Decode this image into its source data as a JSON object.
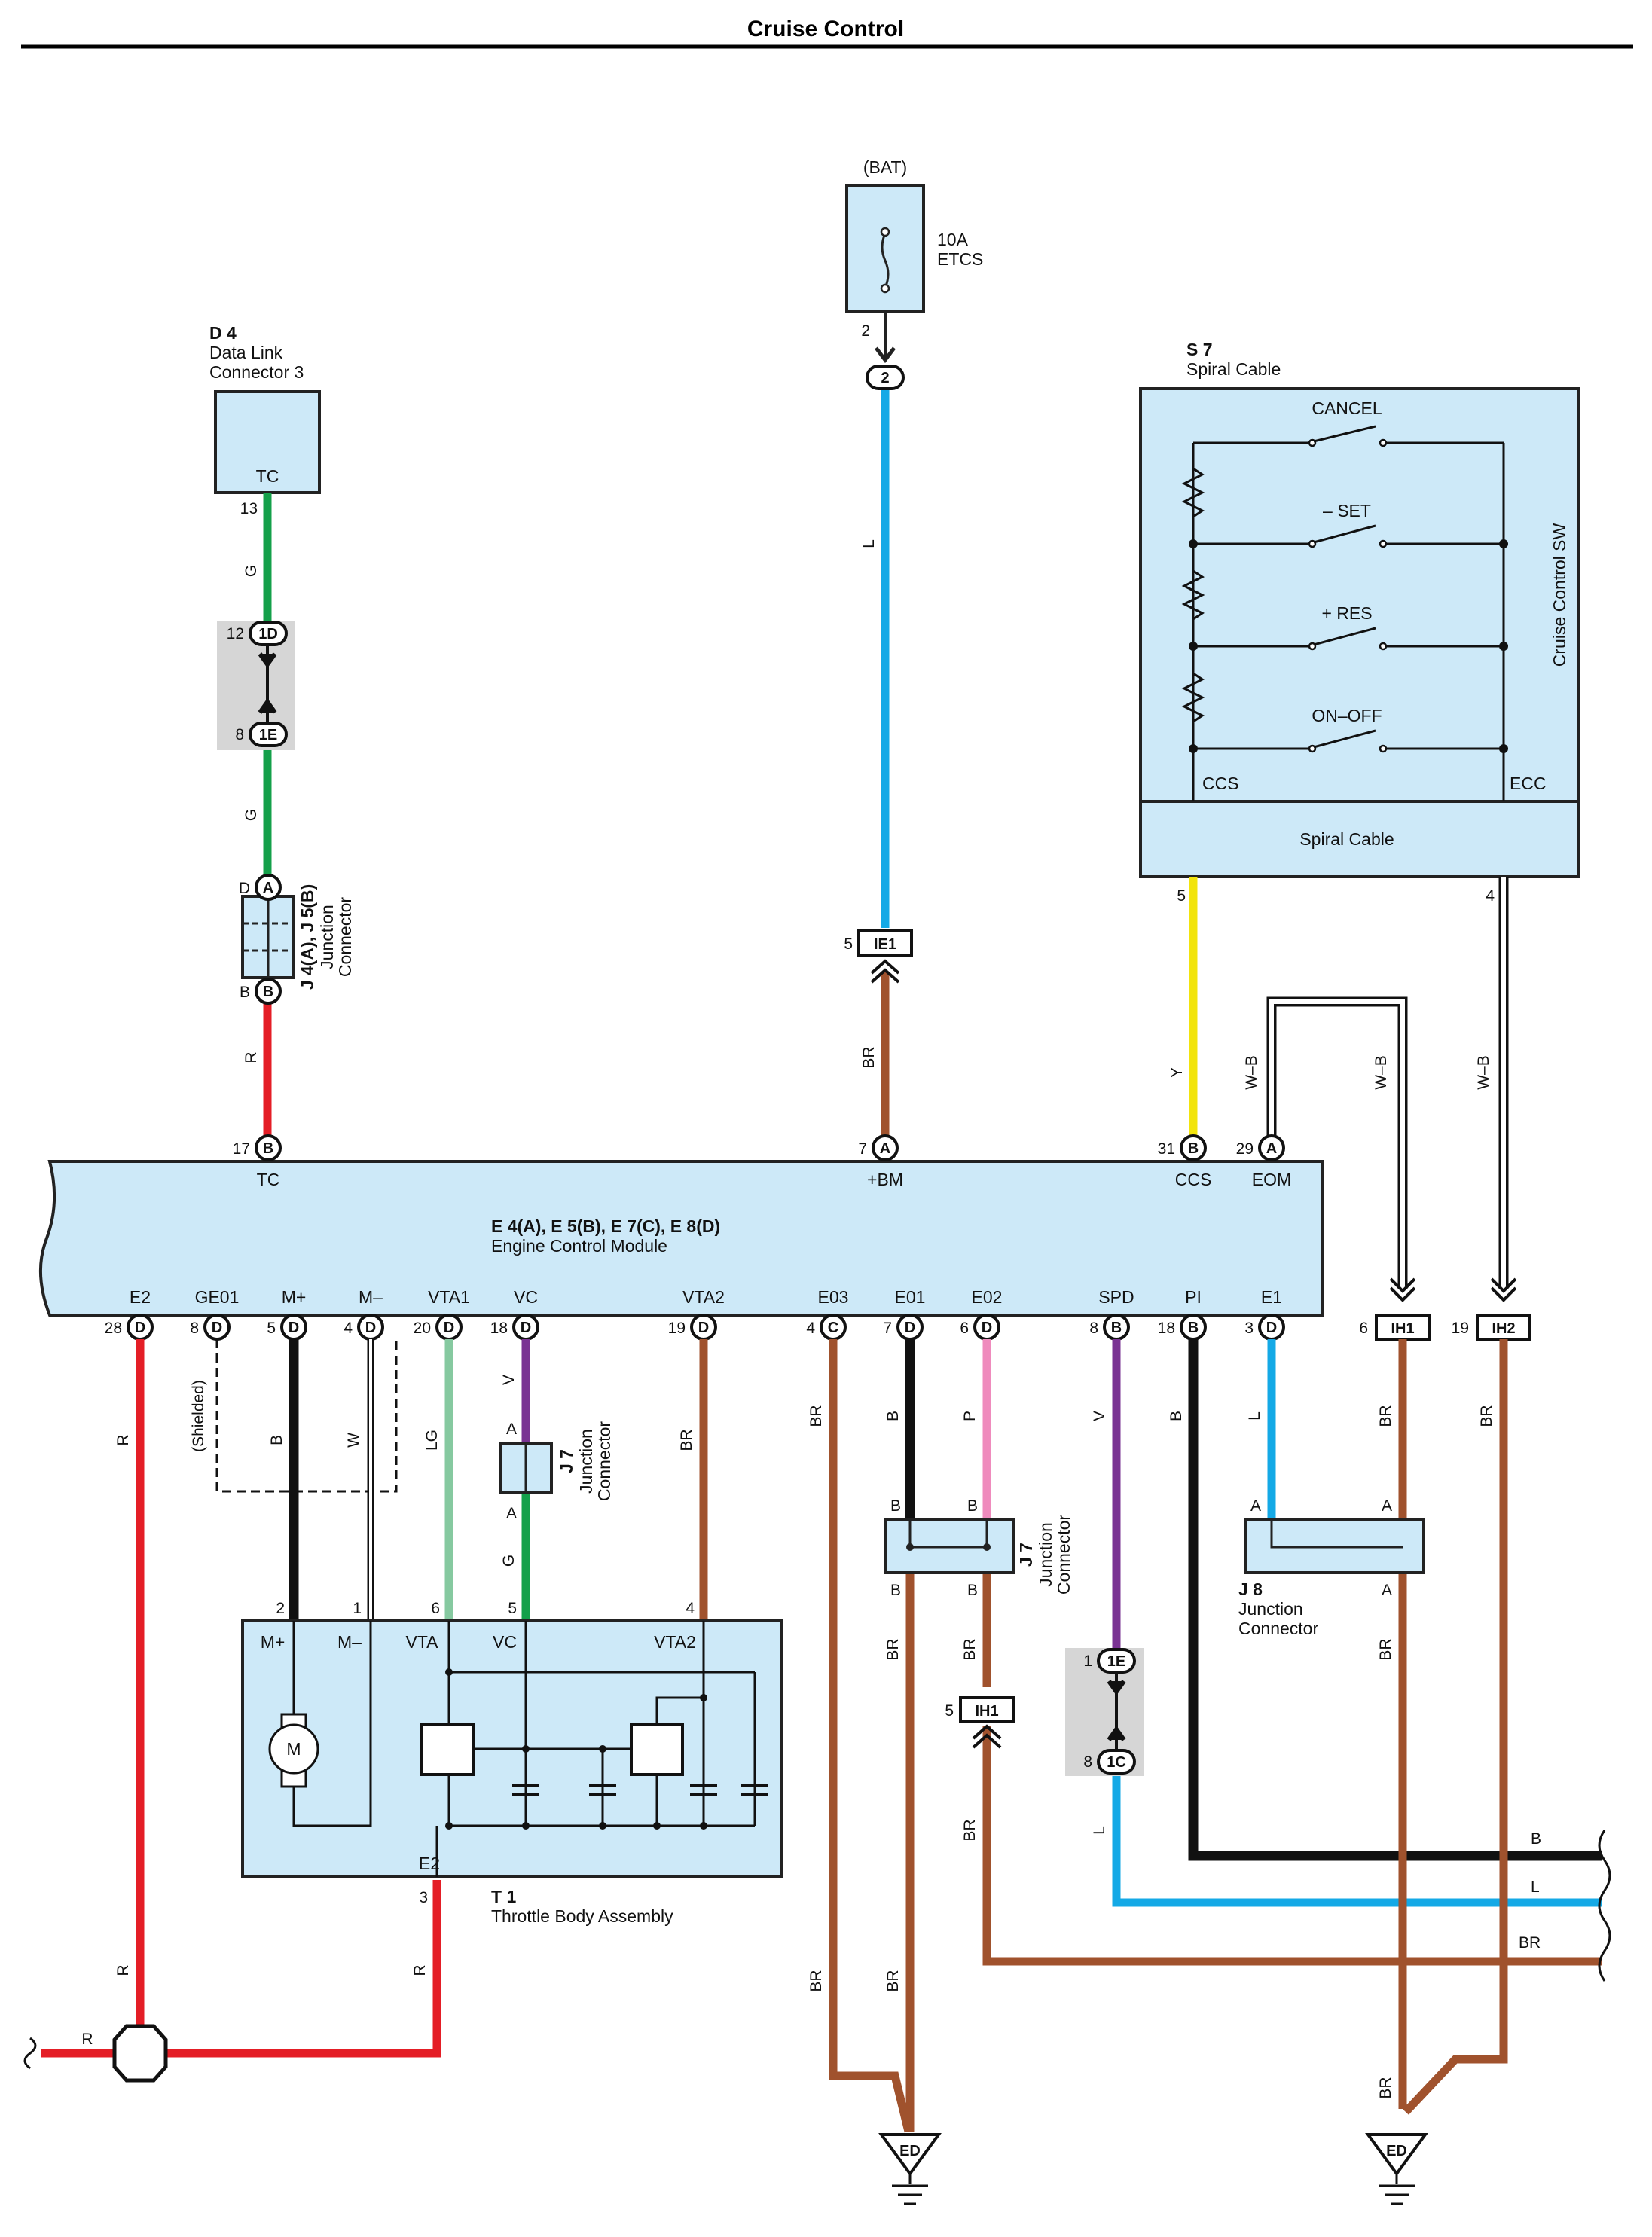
{
  "title": "Cruise Control",
  "colors": {
    "box_fill": "#cde9f8",
    "G": "#14a04a",
    "R": "#e41e26",
    "L": "#14a9e6",
    "BR": "#a0522d",
    "Y": "#f2e40c",
    "B": "#111111",
    "P": "#ef8bbd",
    "V": "#7a3393",
    "LG": "#86c9a0",
    "W": "#ffffff",
    "W-B": "#ffffff"
  },
  "components": {
    "bat": {
      "label": "(BAT)",
      "fuse_amp": "10A",
      "fuse_name": "ETCS",
      "pin": "2",
      "conn": "2"
    },
    "d4": {
      "id": "D 4",
      "name1": "Data Link",
      "name2": "Connector 3",
      "terminal": "TC",
      "pin": "13"
    },
    "s7": {
      "id": "S 7",
      "name": "Spiral Cable",
      "switch_label": "Cruise Control SW",
      "switches": [
        "CANCEL",
        "– SET",
        "+ RES",
        "ON–OFF"
      ],
      "ccs": "CCS",
      "ecc": "ECC",
      "cable_label": "Spiral Cable",
      "pin_ccs": "5",
      "pin_ecc": "4"
    },
    "j45": {
      "id": "J 4(A), J 5(B)",
      "name1": "Junction",
      "name2": "Connector",
      "pin_top": "D",
      "conn_top": "A",
      "pin_bot": "B",
      "conn_bot": "B"
    },
    "ecm": {
      "id": "E 4(A), E 5(B), E 7(C), E 8(D)",
      "name": "Engine Control Module",
      "top_terms": [
        "TC",
        "+BM",
        "CCS",
        "EOM"
      ],
      "top_pins": [
        "17",
        "7",
        "31",
        "29"
      ],
      "top_conns": [
        "B",
        "A",
        "B",
        "A"
      ],
      "bottom_terms": [
        "E2",
        "GE01",
        "M+",
        "M–",
        "VTA1",
        "VC",
        "VTA2",
        "E03",
        "E01",
        "E02",
        "SPD",
        "PI",
        "E1"
      ],
      "bottom_pins": [
        "28",
        "8",
        "5",
        "4",
        "20",
        "18",
        "19",
        "4",
        "7",
        "6",
        "8",
        "18",
        "3"
      ],
      "bottom_conns": [
        "D",
        "D",
        "D",
        "D",
        "D",
        "D",
        "D",
        "C",
        "D",
        "D",
        "B",
        "B",
        "D"
      ]
    },
    "t1": {
      "id": "T 1",
      "name": "Throttle Body Assembly",
      "terms": [
        "M+",
        "M–",
        "VTA",
        "VC",
        "VTA2",
        "E2"
      ],
      "pins": [
        "2",
        "1",
        "6",
        "5",
        "4",
        "3"
      ],
      "motor": "M"
    },
    "j7_vc": {
      "id": "J 7",
      "name1": "Junction",
      "name2": "Connector",
      "pin_top": "A",
      "pin_bot": "A"
    },
    "j7_e0": {
      "id": "J 7",
      "name1": "Junction",
      "name2": "Connector",
      "pins": [
        "B",
        "B",
        "B",
        "B"
      ]
    },
    "j8": {
      "id": "J 8",
      "name1": "Junction",
      "name2": "Connector",
      "pins": [
        "A",
        "A",
        "A"
      ]
    },
    "shielded": "(Shielded)",
    "ground": "ED"
  },
  "connectors": [
    {
      "code": "1D",
      "pin": "12"
    },
    {
      "code": "1E",
      "pin": "8"
    },
    {
      "code": "IE1",
      "pin": "5"
    },
    {
      "code": "IH1",
      "pin": "6"
    },
    {
      "code": "IH2",
      "pin": "19"
    },
    {
      "code": "IH1",
      "pin": "5"
    },
    {
      "code": "1E",
      "pin": "1"
    },
    {
      "code": "1C",
      "pin": "8"
    }
  ],
  "wire_labels": {
    "d4_g1": "G",
    "d4_g2": "G",
    "d4_r": "R",
    "bat_l": "L",
    "bat_br": "BR",
    "ccs_y": "Y",
    "eom_wb": "W–B",
    "ih1_wb": "W–B",
    "ih2_wb": "W–B",
    "e2_r1": "R",
    "e2_r2": "R",
    "e2_r3": "R",
    "ge01": "(Shielded)",
    "mplus_b": "B",
    "mminus_w": "W",
    "vta1_lg": "LG",
    "vc_v": "V",
    "vc_g": "G",
    "vta2_br": "BR",
    "e03_br1": "BR",
    "e03_br2": "BR",
    "e01_b": "B",
    "e01_br1": "BR",
    "e01_br2": "BR",
    "e02_p": "P",
    "e02_br1": "BR",
    "e02_br2": "BR",
    "spd_v": "V",
    "spd_l": "L",
    "pi_b": "B",
    "e1_l": "L",
    "e1_br": "BR",
    "ih1_br": "BR",
    "ih2_br": "BR",
    "gnd_br": "BR",
    "right_b": "B",
    "right_l": "L",
    "right_br": "BR"
  }
}
